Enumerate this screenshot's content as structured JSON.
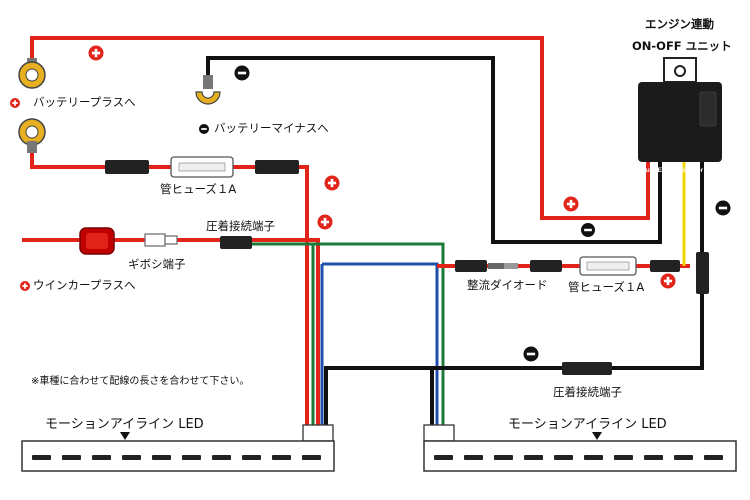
{
  "colors": {
    "red_wire": "#e2231a",
    "black_wire": "#111111",
    "green_wire": "#1a7a3a",
    "blue_wire": "#1f4fa8",
    "yellow_wire": "#f2d600",
    "terminal_gold": "#e8b020",
    "plus_badge": "#e2231a",
    "minus_badge": "#111111"
  },
  "labels": {
    "unit_title_1": "エンジン連動",
    "unit_title_2": "ON-OFF ユニット",
    "sensor_text": "Auto Engine Sensor",
    "battery_plus": "バッテリープラスへ",
    "battery_minus": "バッテリーマイナスへ",
    "fuse_top": "管ヒューズ１A",
    "fuse_right": "管ヒューズ１A",
    "crimp_top": "圧着接続端子",
    "crimp_bottom": "圧着接続端子",
    "gibosi": "ギボシ端子",
    "winker": "ウインカープラスへ",
    "diode": "整流ダイオード",
    "note": "※車種に合わせて配線の長さを合わせて下さい。",
    "led_left": "モーションアイライン LED",
    "led_right": "モーションアイライン LED"
  },
  "icons": {
    "plus_badge": "plus-badge-icon",
    "minus_badge": "minus-badge-icon",
    "ring_terminal": "ring-terminal-icon",
    "fork_terminal": "fork-terminal-icon",
    "arrow_down": "triangle-down-icon"
  },
  "led_segments_per_strip": 10
}
